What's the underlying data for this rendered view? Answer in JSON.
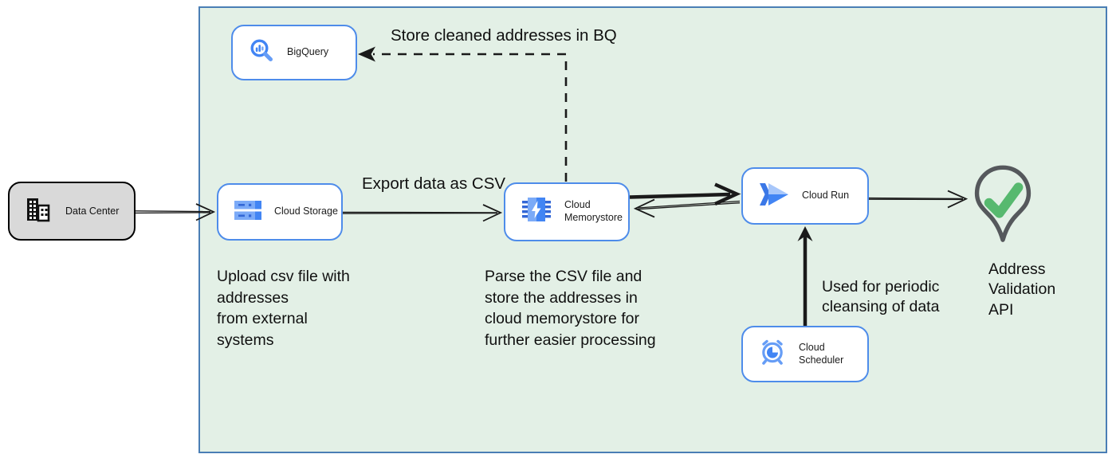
{
  "diagram": {
    "container": {
      "name": "google-cloud-boundary"
    },
    "nodes": {
      "data_center": {
        "label": "Data Center",
        "icon": "building-icon"
      },
      "bigquery": {
        "label": "BigQuery",
        "icon": "bigquery-icon"
      },
      "cloud_storage": {
        "label": "Cloud Storage",
        "icon": "cloud-storage-icon"
      },
      "cloud_memorystore": {
        "label": "Cloud\nMemorystore",
        "icon": "memorystore-icon"
      },
      "cloud_run": {
        "label": "Cloud Run",
        "icon": "cloud-run-icon"
      },
      "cloud_scheduler": {
        "label": "Cloud Scheduler",
        "icon": "scheduler-icon"
      },
      "address_validation": {
        "label": "Address Validation\nAPI",
        "icon": "location-pin-check-icon"
      }
    },
    "annotations": {
      "store_bq": "Store cleaned addresses in BQ",
      "export_csv": "Export data as CSV",
      "upload_note": "Upload csv file with\naddresses\nfrom external\nsystems",
      "parse_note": "Parse the CSV file and\nstore the addresses in\ncloud  memorystore for\nfurther easier processing",
      "scheduler_note": "Used for periodic\ncleansing of data"
    },
    "edges": [
      {
        "from": "data_center",
        "to": "cloud_storage",
        "style": "thin-double",
        "label": ""
      },
      {
        "from": "cloud_storage",
        "to": "cloud_memorystore",
        "style": "thin-double",
        "label": "Export data as CSV"
      },
      {
        "from": "cloud_memorystore",
        "to": "cloud_run",
        "style": "thick",
        "label": ""
      },
      {
        "from": "cloud_run",
        "to": "cloud_memorystore",
        "style": "thin-double",
        "label": ""
      },
      {
        "from": "cloud_run",
        "to": "address_validation",
        "style": "thin-double",
        "label": ""
      },
      {
        "from": "cloud_scheduler",
        "to": "cloud_run",
        "style": "thick",
        "label": "Used for periodic cleansing of data"
      },
      {
        "from": "cloud_memorystore",
        "to": "bigquery",
        "style": "dashed",
        "label": "Store cleaned addresses in BQ"
      }
    ],
    "colors": {
      "container_fill": "#E3F0E6",
      "container_border": "#4A7EB5",
      "node_border": "#4E8CEA",
      "node_fill": "#FFFFFF",
      "datacenter_fill": "#D9D9D9",
      "datacenter_border": "#000000",
      "arrow": "#1A1A1A",
      "pin_outline": "#55585C",
      "check_green": "#57B96F",
      "icon_blue": "#4285F4",
      "icon_light_blue": "#7BAAF7",
      "icon_pale_blue": "#A8C7FA"
    }
  }
}
